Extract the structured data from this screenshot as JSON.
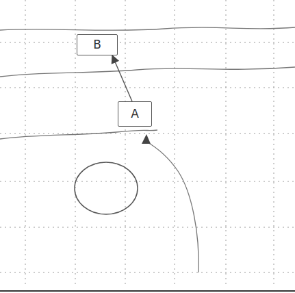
{
  "diagram": {
    "nodes": [
      {
        "text": [
          "B"
        ]
      },
      {
        "text": [
          "A"
        ]
      }
    ],
    "edges": [
      {
        "from": 1,
        "to": 0,
        "arrow": "to"
      }
    ]
  }
}
